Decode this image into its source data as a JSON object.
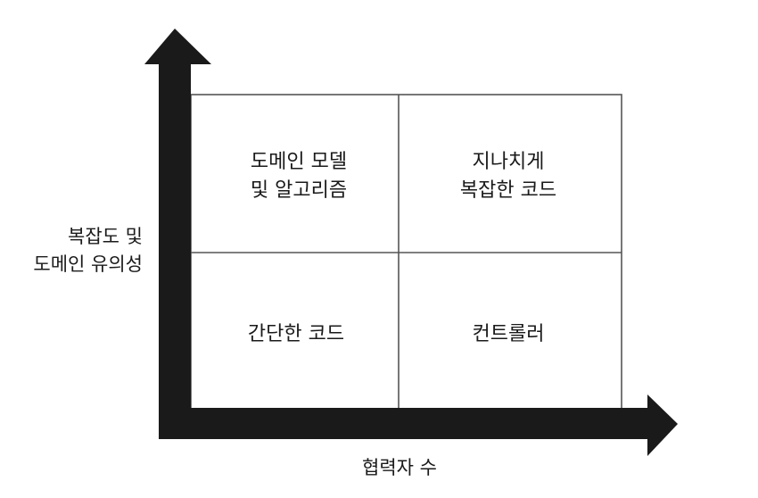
{
  "diagram": {
    "y_axis_label_line1": "복잡도 및",
    "y_axis_label_line2": "도메인 유의성",
    "x_axis_label": "협력자 수",
    "quadrants": {
      "top_left_line1": "도메인 모델",
      "top_left_line2": "및 알고리즘",
      "top_right_line1": "지나치게",
      "top_right_line2": "복잡한 코드",
      "bottom_left": "간단한 코드",
      "bottom_right": "컨트롤러"
    }
  },
  "colors": {
    "axis": "#1a1a1a",
    "grid_line": "#555555",
    "text": "#1a1a1a",
    "background": "#ffffff"
  }
}
